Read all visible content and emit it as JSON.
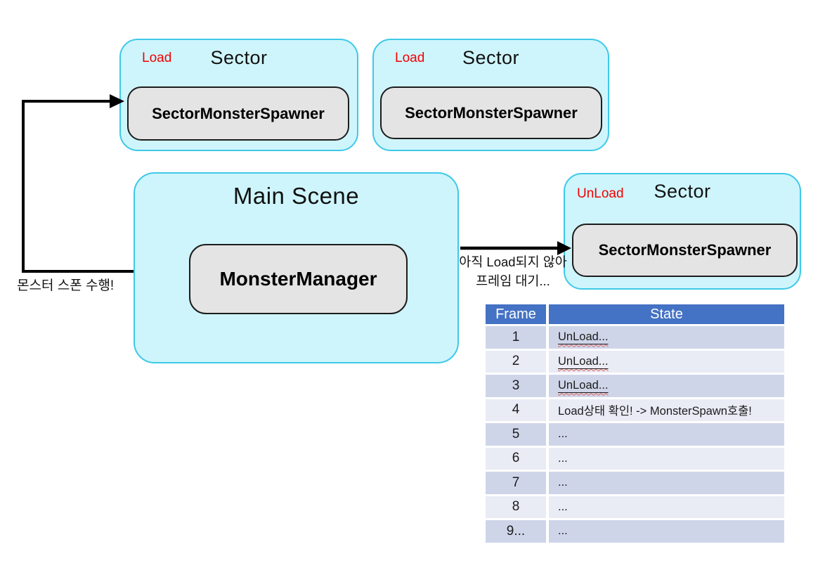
{
  "colors": {
    "sector_fill": "#CEF5FC",
    "sector_border": "#3EC9E8",
    "component_fill": "#E4E4E4",
    "status_red": "#F40000",
    "arrow_black": "#000000",
    "table_header_bg": "#4472C4",
    "table_header_text": "#FFFFFF",
    "table_row_odd": "#CFD5E9",
    "table_row_even": "#E9EBF5",
    "spellcheck_red": "#E06666"
  },
  "sectors": {
    "top_left": {
      "status": "Load",
      "title": "Sector",
      "component": "SectorMonsterSpawner"
    },
    "top_right": {
      "status": "Load",
      "title": "Sector",
      "component": "SectorMonsterSpawner"
    },
    "right": {
      "status": "UnLoad",
      "title": "Sector",
      "component": "SectorMonsterSpawner"
    }
  },
  "main_scene": {
    "title": "Main Scene",
    "component": "MonsterManager"
  },
  "annotations": {
    "spawn": "몬스터 스폰 수행!",
    "wait_line1": "아직 Load되지 않아",
    "wait_line2": "프레임 대기..."
  },
  "frame_table": {
    "headers": {
      "frame": "Frame",
      "state": "State"
    },
    "rows": [
      {
        "frame": "1",
        "state": "UnLoad...",
        "underlined": true
      },
      {
        "frame": "2",
        "state": "UnLoad...",
        "underlined": true
      },
      {
        "frame": "3",
        "state": "UnLoad...",
        "underlined": true
      },
      {
        "frame": "4",
        "state": "Load상태 확인! -> MonsterSpawn호출!",
        "underlined": false
      },
      {
        "frame": "5",
        "state": "...",
        "underlined": false
      },
      {
        "frame": "6",
        "state": "...",
        "underlined": false
      },
      {
        "frame": "7",
        "state": "...",
        "underlined": false
      },
      {
        "frame": "8",
        "state": "...",
        "underlined": false
      },
      {
        "frame": "9...",
        "state": "...",
        "underlined": false
      }
    ]
  }
}
